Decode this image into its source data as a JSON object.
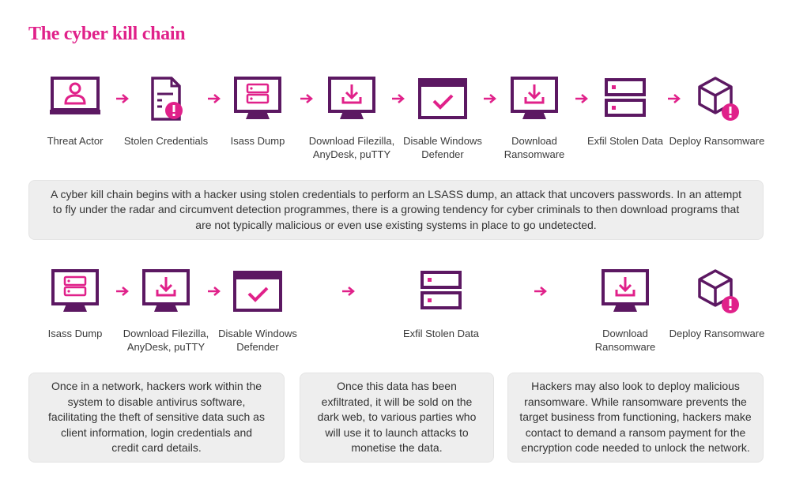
{
  "title": "The cyber kill chain",
  "colors": {
    "purple": "#5c1862",
    "magenta": "#e0218a",
    "box_bg": "#eeeeee"
  },
  "row1": [
    {
      "icon": "threat-actor-monitor-icon",
      "label": "Threat Actor"
    },
    {
      "icon": "stolen-credentials-document-icon",
      "label": "Stolen Credentials"
    },
    {
      "icon": "lsass-dump-server-monitor-icon",
      "label": "Isass Dump"
    },
    {
      "icon": "download-monitor-icon",
      "label": "Download Filezilla, AnyDesk, puTTY"
    },
    {
      "icon": "defender-window-check-icon",
      "label": "Disable Windows Defender"
    },
    {
      "icon": "download-monitor-icon",
      "label": "Download Ransomware"
    },
    {
      "icon": "server-stack-icon",
      "label": "Exfil Stolen Data"
    },
    {
      "icon": "ransomware-cube-alert-icon",
      "label": "Deploy Ransomware"
    }
  ],
  "summary": "A cyber kill chain begins with a hacker using stolen credentials to perform an LSASS dump, an attack that uncovers passwords. In an attempt to fly under the radar and circumvent detection programmes, there is a growing tendency for cyber criminals to then download programs that are not typically malicious or even use existing systems in place to go undetected.",
  "row2": [
    {
      "icon": "lsass-dump-server-monitor-icon",
      "label": "Isass Dump"
    },
    {
      "icon": "download-monitor-icon",
      "label": "Download Filezilla, AnyDesk, puTTY"
    },
    {
      "icon": "defender-window-check-icon",
      "label": "Disable Windows Defender"
    },
    {
      "icon": "server-stack-icon",
      "label": "Exfil Stolen Data"
    },
    {
      "icon": "download-monitor-icon",
      "label": "Download Ransomware"
    },
    {
      "icon": "ransomware-cube-alert-icon",
      "label": "Deploy Ransomware"
    }
  ],
  "details": [
    "Once in a network, hackers work within the system to disable antivirus software, facilitating the theft of sensitive data such as client information, login credentials and credit card details.",
    "Once this data has been exfiltrated, it will be sold on the dark web, to various parties who will use it to launch attacks to monetise the data.",
    "Hackers may also look to deploy malicious ransomware. While ransomware prevents the target business from functioning, hackers make contact to demand a ransom payment for the encryption code needed to unlock the network."
  ]
}
